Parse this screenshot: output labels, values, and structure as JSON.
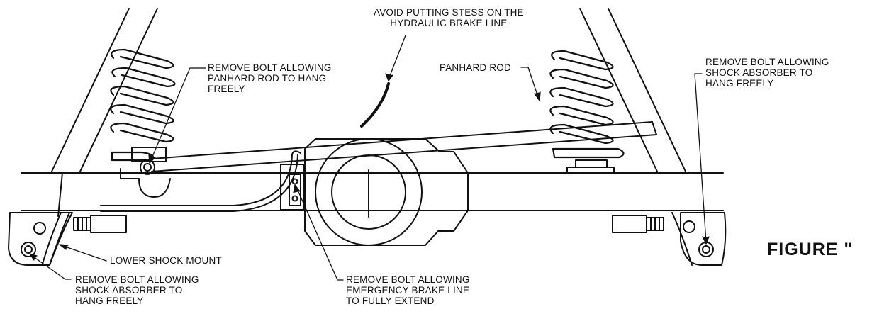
{
  "labels": {
    "brake_line_warning": [
      "AVOID PUTTING STESS ON THE",
      "HYDRAULIC BRAKE LINE"
    ],
    "panhard_bolt": [
      "REMOVE BOLT ALLOWING",
      "PANHARD ROD TO HANG",
      "FREELY"
    ],
    "panhard_rod": [
      "PANHARD ROD"
    ],
    "shock_bolt_right": [
      "REMOVE BOLT ALLOWING",
      "SHOCK ABSORBER TO",
      "HANG FREELY"
    ],
    "lower_shock_mount": [
      "LOWER SHOCK MOUNT"
    ],
    "shock_bolt_left": [
      "REMOVE BOLT ALLOWING",
      "SHOCK ABSORBER TO",
      "HANG FREELY"
    ],
    "emergency_brake_bolt": [
      "REMOVE BOLT ALLOWING",
      "EMERGENCY BRAKE LINE",
      "TO FULLY EXTEND"
    ]
  },
  "figure_title": "FIGURE \"",
  "colors": {
    "line": "#111111",
    "background": "#ffffff"
  }
}
